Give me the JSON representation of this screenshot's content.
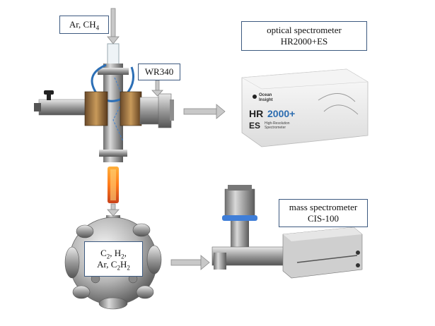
{
  "labels": {
    "gas_inlet": {
      "main": "Ar, CH",
      "sub": "4"
    },
    "waveguide": "WR340",
    "optical": {
      "line1": "optical spectrometer",
      "line2": "HR2000+ES"
    },
    "mass": {
      "line1": "mass spectrometer",
      "line2": "CIS-100"
    },
    "chamber_species": {
      "line1": [
        {
          "t": "C"
        },
        {
          "t": "2",
          "sub": true
        },
        {
          "t": ", H"
        },
        {
          "t": "2",
          "sub": true
        },
        {
          "t": ","
        }
      ],
      "line2": [
        {
          "t": "Ar, C"
        },
        {
          "t": "2",
          "sub": true
        },
        {
          "t": "H"
        },
        {
          "t": "2",
          "sub": true
        }
      ]
    }
  },
  "device_text": {
    "brand": "Ocean",
    "brand2": "Insight",
    "model_hr": "HR",
    "model_num": "2000+",
    "model_es": "ES",
    "tagline1": "High-Resolution",
    "tagline2": "Spectrometer"
  },
  "colors": {
    "arrow_fill": "#c8c8c8",
    "arrow_stroke": "#8a8a8a",
    "box_border": "#3d5a80",
    "spectrometer_blue": "#2b6cb0",
    "plasma_orange": "#f29b2a"
  }
}
